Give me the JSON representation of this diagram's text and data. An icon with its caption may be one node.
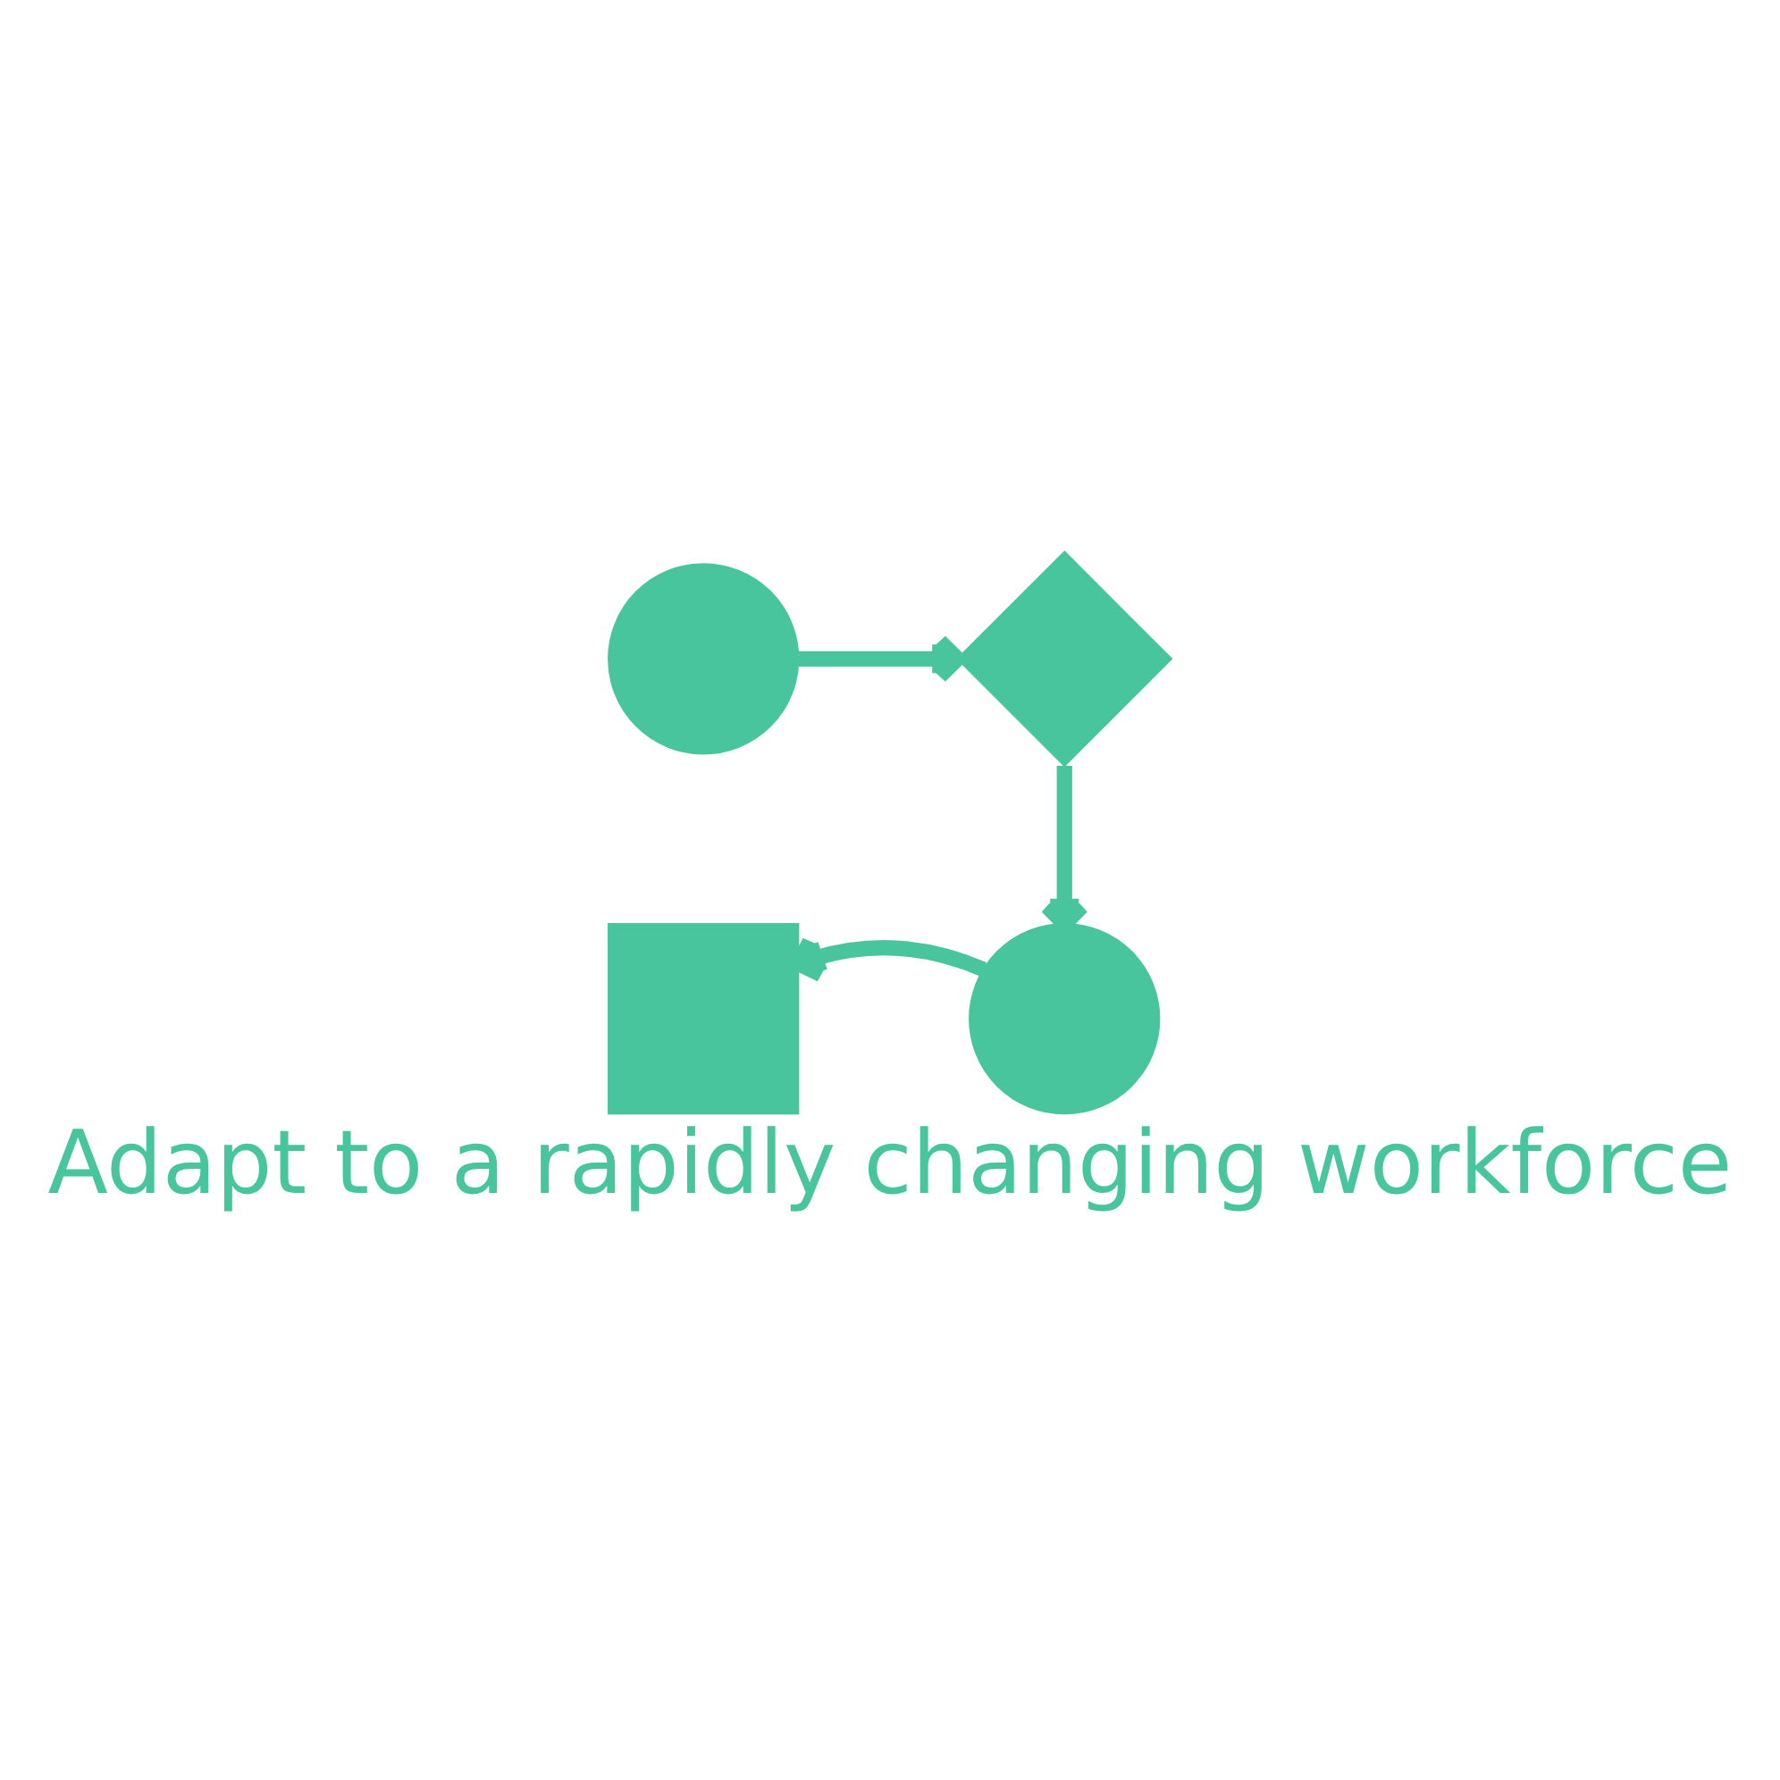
{
  "diagram": {
    "caption": "Adapt to a rapidly changing workforce",
    "nodes": [
      {
        "text": [],
        "shape": "circle"
      },
      {
        "text": [],
        "shape": "diamond"
      },
      {
        "text": [],
        "shape": "box"
      },
      {
        "text": [],
        "shape": "circle"
      }
    ],
    "edges": [
      {
        "from": 0,
        "to": 1,
        "arrow": "to"
      },
      {
        "from": 1,
        "to": 3,
        "arrow": "to"
      },
      {
        "from": 3,
        "to": 2,
        "arrow": "to"
      }
    ]
  }
}
